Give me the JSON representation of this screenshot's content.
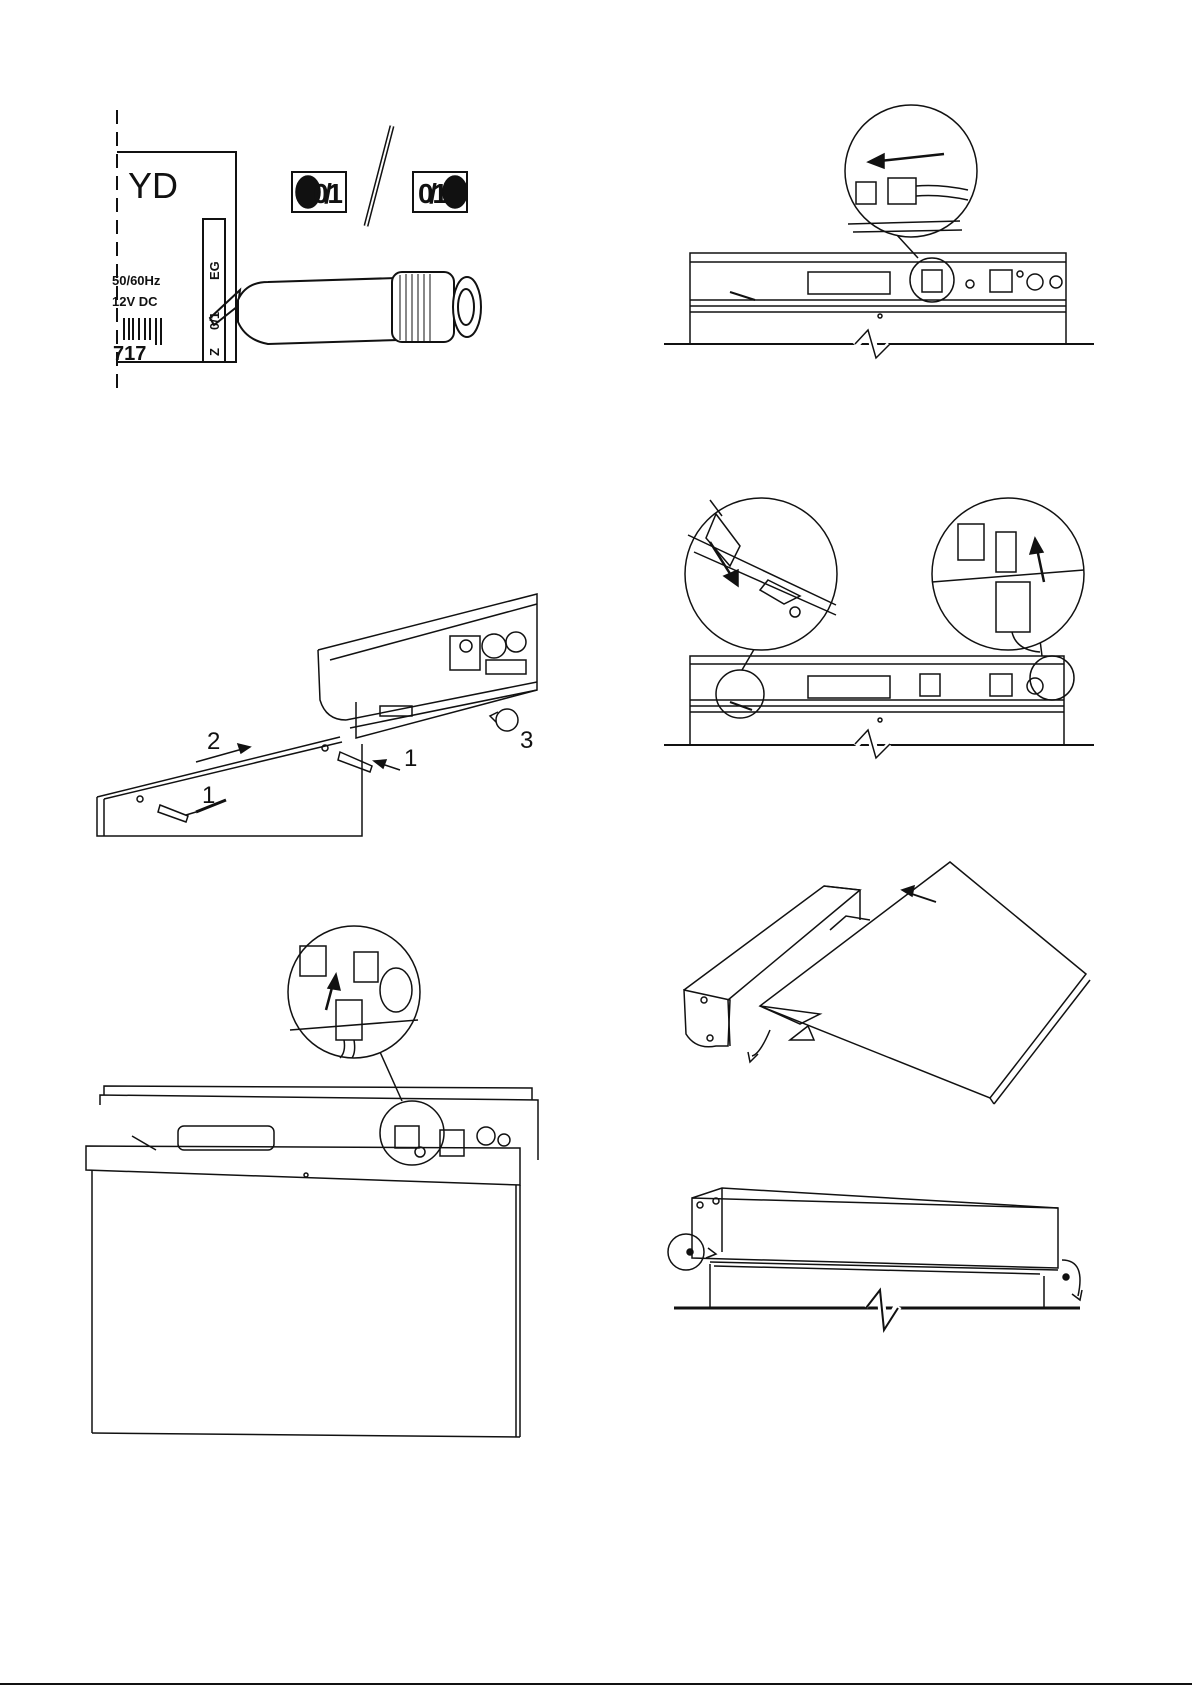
{
  "figure_a": {
    "label_text_top": "YD",
    "label_freq": "50/60Hz",
    "label_volt": "12V DC",
    "label_serial": "717",
    "switch_code_1": "EG",
    "switch_code_2": "0/1",
    "switch_code_3": "Z",
    "box_left": "0/1",
    "box_right": "0/1"
  },
  "figure_c": {
    "step_2": "2",
    "step_1a": "1",
    "step_1b": "1",
    "step_3": "3"
  },
  "icons": [
    "screwdriver-icon",
    "arrow-icon",
    "rotation-arrow-icon",
    "connector-icon",
    "magnifier-callout-icon"
  ]
}
